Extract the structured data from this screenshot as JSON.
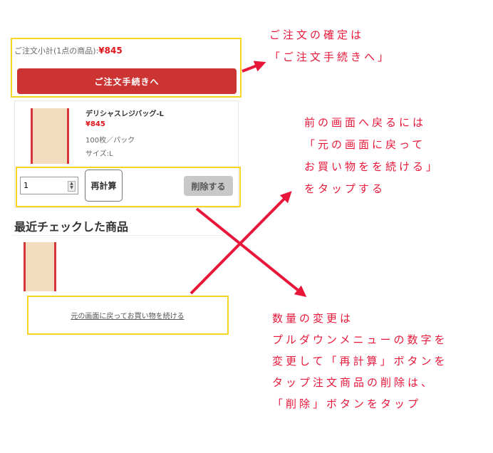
{
  "cart": {
    "subtotal_label": "ご注文小計(1点の商品):",
    "subtotal_price": "¥845",
    "checkout_button": "ご注文手続きへ",
    "item": {
      "name": "デリシャスレジバッグ-L",
      "price": "¥845",
      "quantity_info": "100枚／パック",
      "size": "サイズ:L",
      "quantity": "1",
      "recalc_button": "再計算",
      "delete_button": "削除する"
    }
  },
  "recent": {
    "heading": "最近チェックした商品",
    "continue_link": "元の画面に戻ってお買い物を続ける"
  },
  "annotations": {
    "checkout": [
      "ご注文の確定は",
      "「ご注文手続きへ」"
    ],
    "back": [
      "前の画面へ戻るには",
      "「元の画面に戻って",
      "お買い物をを続ける」",
      "をタップする"
    ],
    "quantity": [
      "数量の変更は",
      "プルダウンメニューの数字を",
      "変更して「再計算」ボタンを",
      "タップ注文商品の削除は、",
      "「削除」ボタンをタップ"
    ]
  },
  "colors": {
    "accent": "#e8173a",
    "button": "#cc3333",
    "highlight": "#f5d624"
  }
}
